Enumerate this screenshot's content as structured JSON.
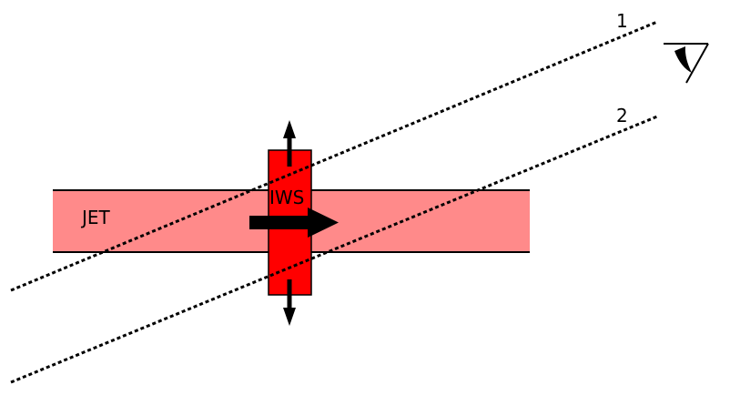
{
  "diagram": {
    "jet_label": "JET",
    "iws_label": "IWS",
    "line_1_label": "1",
    "line_2_label": "2",
    "colors": {
      "jet_fill": "#ff8a8a",
      "iws_fill": "#ff0000",
      "stroke": "#000000",
      "background": "#ffffff"
    },
    "icons": [
      "eye-icon",
      "arrow-right-icon",
      "arrow-up-icon",
      "arrow-down-icon"
    ]
  }
}
